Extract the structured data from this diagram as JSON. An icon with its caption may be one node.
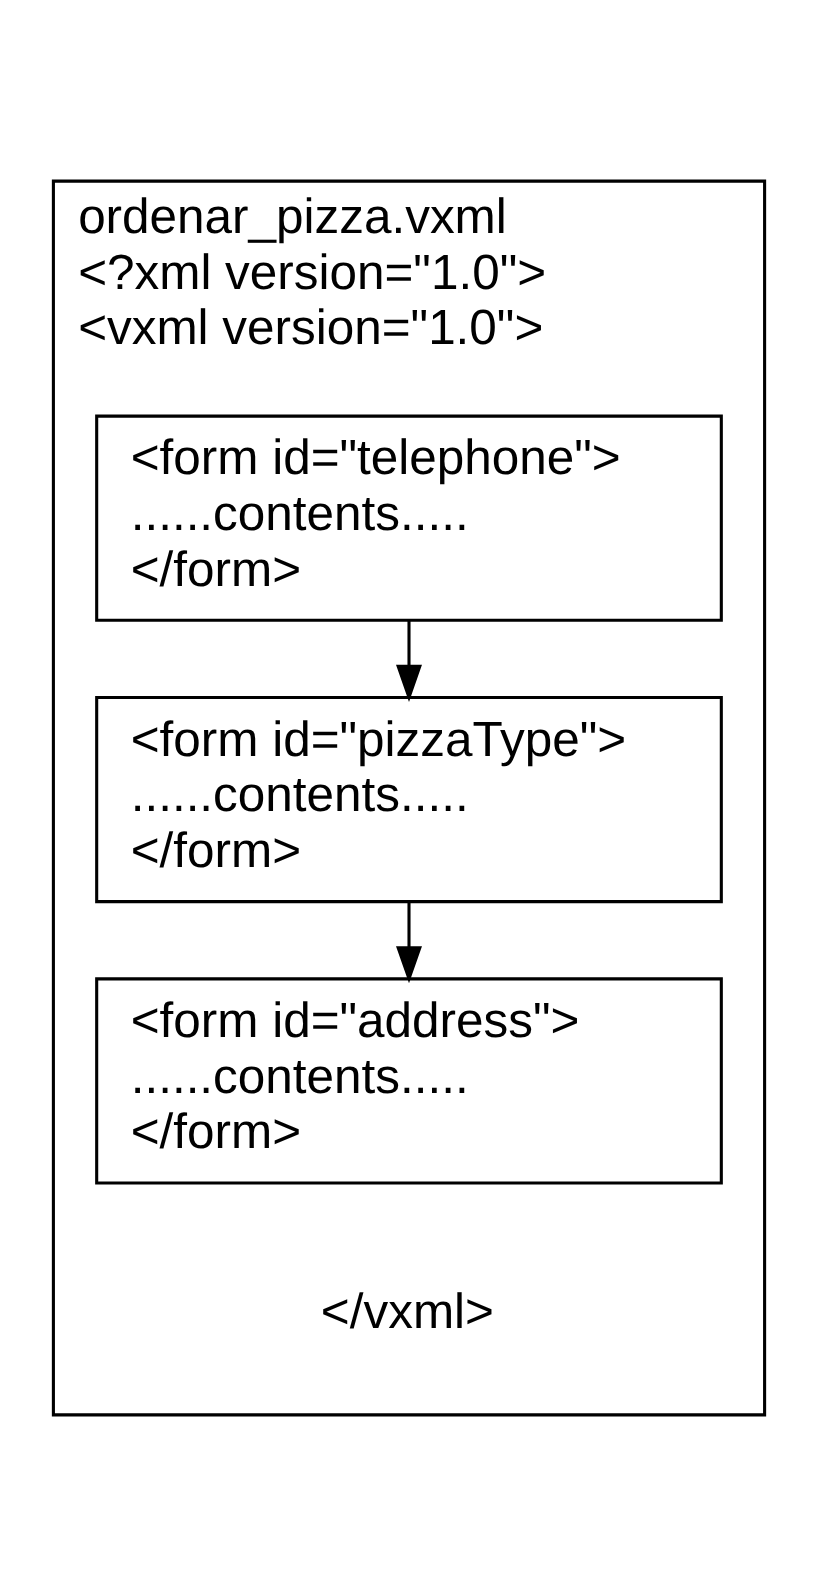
{
  "diagram": {
    "nodes": [
      {
        "text": [
          "ordenar_pizza.vxml",
          "<?xml version=\"1.0\">",
          "<vxml version=\"1.0\">",
          "</vxml>"
        ]
      },
      {
        "text": [
          "<form id=\"telephone\">",
          "......contents.....",
          "</form>"
        ],
        "in": 0
      },
      {
        "text": [
          "<form id=\"pizzaType\">",
          "......contents.....",
          "</form>"
        ],
        "in": 0
      },
      {
        "text": [
          "<form id=\"address\">",
          "......contents.....",
          "</form>"
        ],
        "in": 0
      }
    ],
    "edges": [
      {
        "from": 1,
        "to": 2,
        "arrow": "to"
      },
      {
        "from": 2,
        "to": 3,
        "arrow": "to"
      }
    ]
  }
}
